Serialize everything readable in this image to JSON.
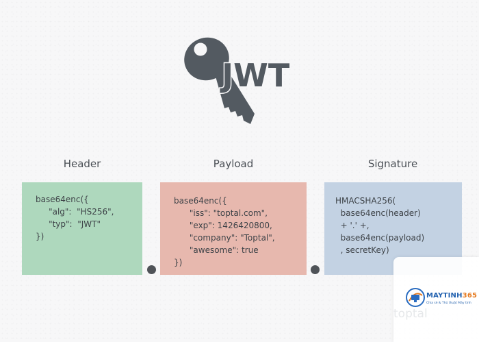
{
  "logo": {
    "text": "JWT",
    "color": "#535a61"
  },
  "sections": {
    "header": {
      "label": "Header",
      "lines": [
        "base64enc({",
        "     \"alg\":  \"HS256\",",
        "     \"typ\":  \"JWT\"",
        "})"
      ],
      "color": "#aed8bd"
    },
    "payload": {
      "label": "Payload",
      "lines": [
        "base64enc({",
        "      \"iss\": \"toptal.com\",",
        "      \"exp\": 1426420800,",
        "      \"company\": \"Toptal\",",
        "      \"awesome\": true",
        "})"
      ],
      "color": "#e7b8ae"
    },
    "signature": {
      "label": "Signature",
      "lines": [
        "HMACSHA256(",
        "  base64enc(header)",
        "  + '.' +,",
        "  base64enc(payload)",
        "  , secretKey)"
      ],
      "color": "#c3d2e3"
    }
  },
  "connector_color": "#4f5358",
  "watermark": {
    "brand_part1": "MAYTINH",
    "brand_part2": "365",
    "tagline": "Chia sẻ & Thủ thuật Máy tính",
    "faded_logo_text": "toptal",
    "brand_icon": "computer-logo-icon"
  }
}
